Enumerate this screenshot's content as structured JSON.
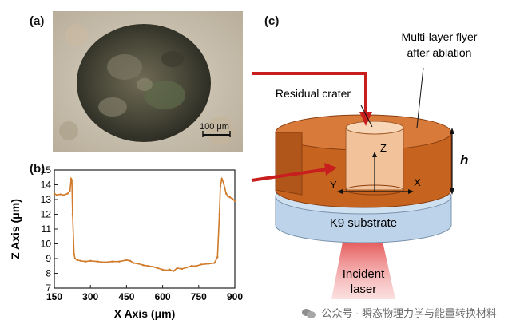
{
  "panels": {
    "a": "(a)",
    "b": "(b)",
    "c": "(c)"
  },
  "micrograph": {
    "scale_bar_label": "100 μm"
  },
  "chart_data": {
    "type": "line",
    "xlabel": "X Axis (μm)",
    "ylabel": "Z Axis (μm)",
    "xlim": [
      150,
      900
    ],
    "ylim": [
      7,
      15
    ],
    "x_ticks": [
      150,
      300,
      450,
      600,
      750,
      900
    ],
    "y_ticks": [
      7,
      8,
      9,
      10,
      11,
      12,
      13,
      14,
      15
    ],
    "color": "#d07a2a",
    "series": [
      {
        "x": [
          150,
          160,
          175,
          190,
          205,
          215,
          220,
          223,
          226,
          232,
          236,
          245,
          260,
          280,
          300,
          330,
          360,
          390,
          420,
          450,
          465,
          480,
          500,
          520,
          540,
          560,
          580,
          600,
          615,
          630,
          645,
          660,
          680,
          700,
          720,
          740,
          760,
          790,
          815,
          828,
          836,
          840,
          846,
          852,
          858,
          864,
          872,
          880,
          890,
          900
        ],
        "y": [
          13.4,
          13.3,
          13.35,
          13.3,
          13.4,
          13.6,
          14.4,
          14.3,
          12.0,
          9.3,
          9.0,
          8.9,
          8.85,
          8.8,
          8.85,
          8.8,
          8.75,
          8.8,
          8.8,
          8.9,
          8.85,
          8.7,
          8.65,
          8.55,
          8.5,
          8.45,
          8.35,
          8.25,
          8.2,
          8.25,
          8.15,
          8.35,
          8.3,
          8.4,
          8.5,
          8.5,
          8.6,
          8.65,
          8.7,
          9.1,
          12.0,
          13.9,
          14.4,
          14.2,
          13.8,
          13.4,
          13.2,
          13.15,
          13.05,
          12.9
        ]
      }
    ]
  },
  "schematic": {
    "label_flyer": [
      "Multi-layer flyer",
      "after ablation"
    ],
    "label_crater": "Residual crater",
    "label_h": "h",
    "axis_z": "Z",
    "axis_x": "X",
    "axis_y": "Y",
    "label_substrate": "K9 substrate",
    "label_laser": [
      "Incident",
      "laser"
    ],
    "colors": {
      "flyer": "#c5631f",
      "flyer_top": "#d77a3a",
      "crater": "#f2c39a",
      "substrate": "#bcd3ea",
      "arrow": "#c81e1e",
      "laser": "#e85858"
    }
  },
  "watermark": "公众号 · 瞬态物理力学与能量转换材料"
}
